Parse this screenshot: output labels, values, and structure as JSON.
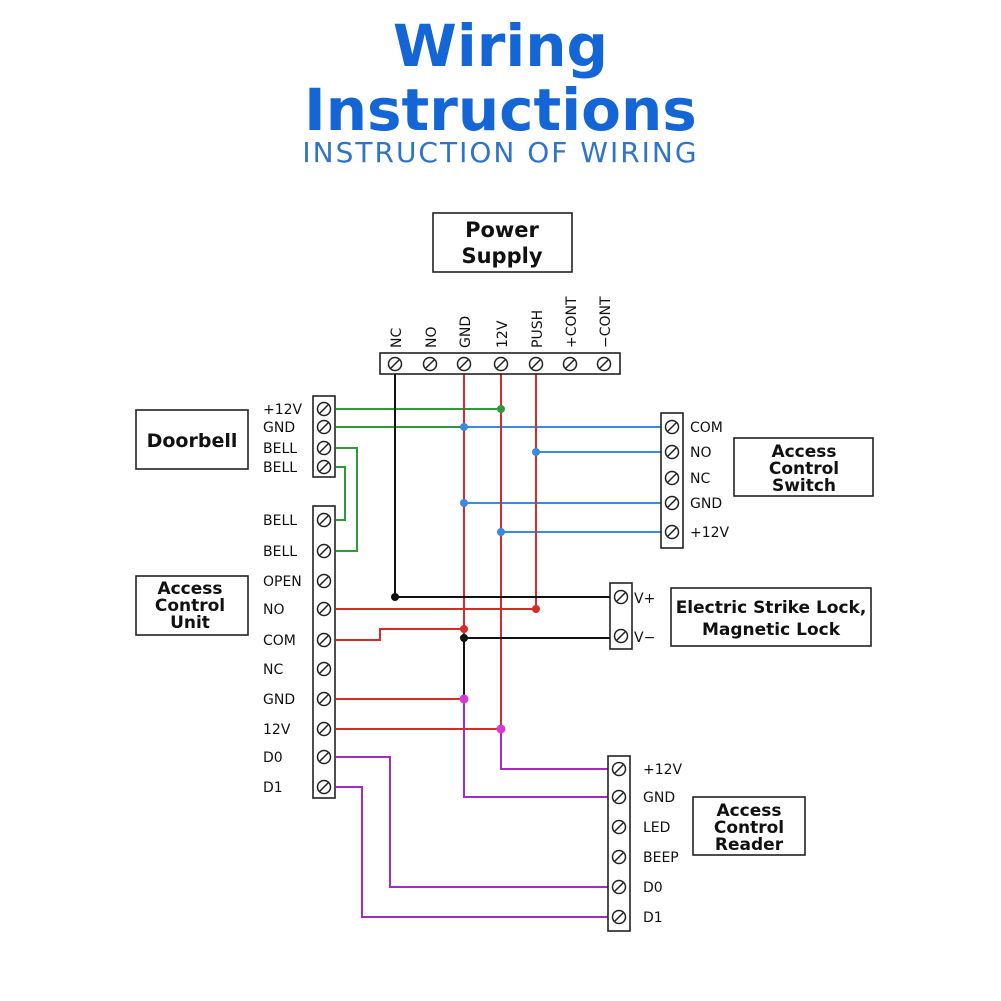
{
  "header": {
    "title_line1": "Wiring",
    "title_line2": "Instructions",
    "subtitle": "INSTRUCTION OF WIRING"
  },
  "colors": {
    "title": "#1466d6",
    "green_wire": "#2e9a3a",
    "blue_wire": "#3a8be0",
    "red_wire": "#d92a2a",
    "black_wire": "#111111",
    "purple_wire": "#a52cc0"
  },
  "boxes": {
    "power_supply": [
      "Power",
      "Supply"
    ],
    "doorbell": [
      "Doorbell"
    ],
    "access_control_unit": [
      "Access",
      "Control",
      "Unit"
    ],
    "access_control_switch": [
      "Access",
      "Control",
      "Switch"
    ],
    "lock": [
      "Electric Strike Lock,",
      "Magnetic Lock"
    ],
    "access_control_reader": [
      "Access",
      "Control",
      "Reader"
    ]
  },
  "terminals": {
    "power_supply": [
      "NC",
      "NO",
      "GND",
      "12V",
      "PUSH",
      "+CONT",
      "−CONT"
    ],
    "doorbell": [
      "+12V",
      "GND",
      "BELL",
      "BELL"
    ],
    "controller": [
      "BELL",
      "BELL",
      "OPEN",
      "NO",
      "COM",
      "NC",
      "GND",
      "12V",
      "D0",
      "D1"
    ],
    "switch": [
      "COM",
      "NO",
      "NC",
      "GND",
      "+12V"
    ],
    "lock": [
      "V+",
      "V−"
    ],
    "reader": [
      "+12V",
      "GND",
      "LED",
      "BEEP",
      "D0",
      "D1"
    ]
  }
}
